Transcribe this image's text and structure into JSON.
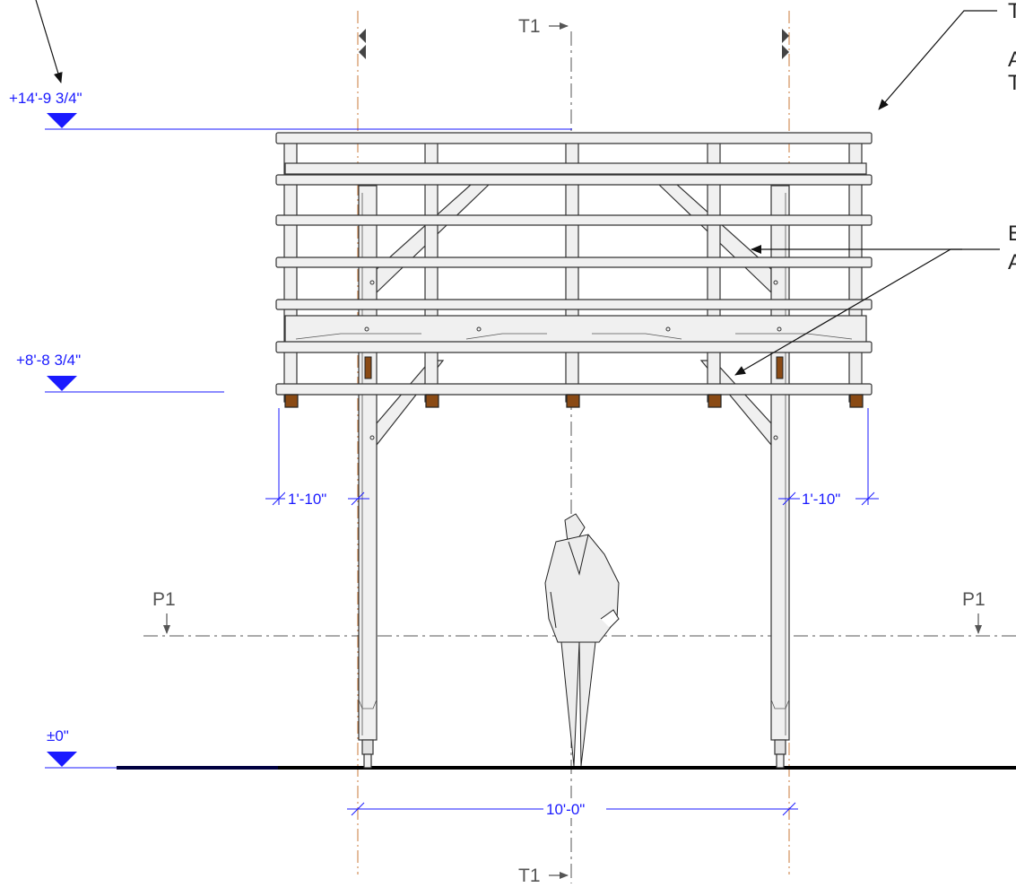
{
  "levels": {
    "top": "+14'-9 3/4\"",
    "middle": "+8'-8 3/4\"",
    "ground": "±0\""
  },
  "dimensions": {
    "overhang_left": "1'-10\"",
    "overhang_right": "1'-10\"",
    "span": "10'-0\""
  },
  "section_marks": {
    "top": "T1",
    "bottom": "T1",
    "left": "P1",
    "right": "P1"
  },
  "notes": {
    "top_right": [
      "T",
      "A",
      "T"
    ],
    "mid_right": [
      "E",
      "A"
    ]
  },
  "colors": {
    "dimension": "#1a1aff",
    "grid_axis": "#c87a3a",
    "beam_end_grain": "#8a4a14",
    "timber_fill": "#f0f0f0"
  }
}
